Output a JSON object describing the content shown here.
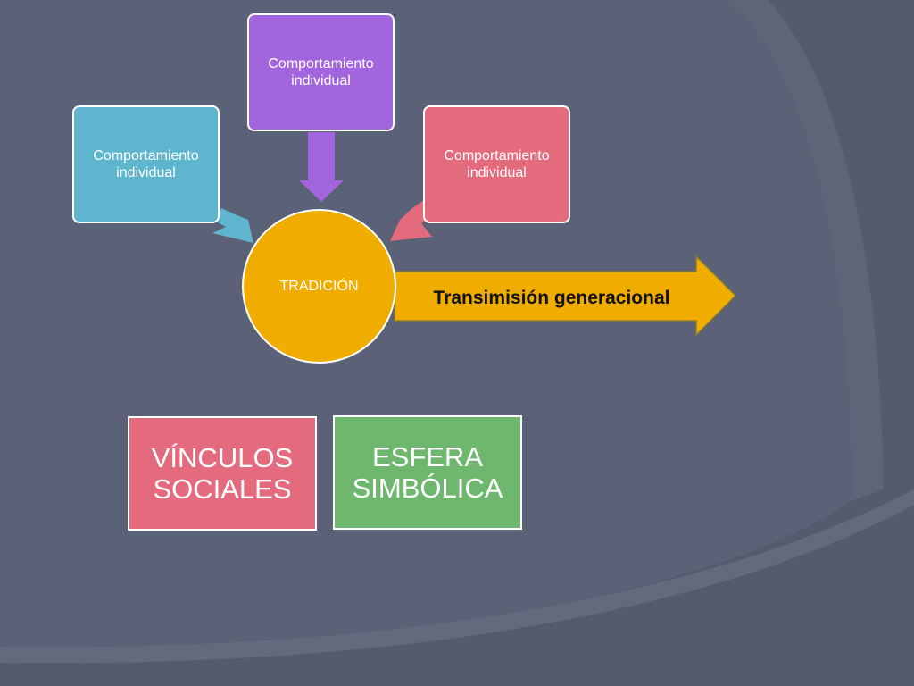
{
  "colors": {
    "background_dark": "#565b6c",
    "background_main": "#5b6278",
    "box_left": "#5fb5ce",
    "box_top": "#a265de",
    "box_right": "#e46b7d",
    "circle": "#f0ad00",
    "arrow": "#f0ad00",
    "card_vinculos": "#e46b7d",
    "card_esfera": "#6fb76f"
  },
  "diagram": {
    "center": {
      "label": "TRADICIÓN"
    },
    "inputs": [
      {
        "line1": "Comportamiento",
        "line2": "individual",
        "icon": "arrow-down-right-icon"
      },
      {
        "line1": "Comportamiento",
        "line2": "individual",
        "icon": "arrow-down-icon"
      },
      {
        "line1": "Comportamiento",
        "line2": "individual",
        "icon": "arrow-down-left-icon"
      }
    ],
    "output_arrow": {
      "label": "Transimisión generacional",
      "icon": "arrow-right-icon"
    }
  },
  "cards": [
    {
      "line1": "VÍNCULOS",
      "line2": "SOCIALES"
    },
    {
      "line1": "ESFERA",
      "line2": "SIMBÓLICA"
    }
  ]
}
